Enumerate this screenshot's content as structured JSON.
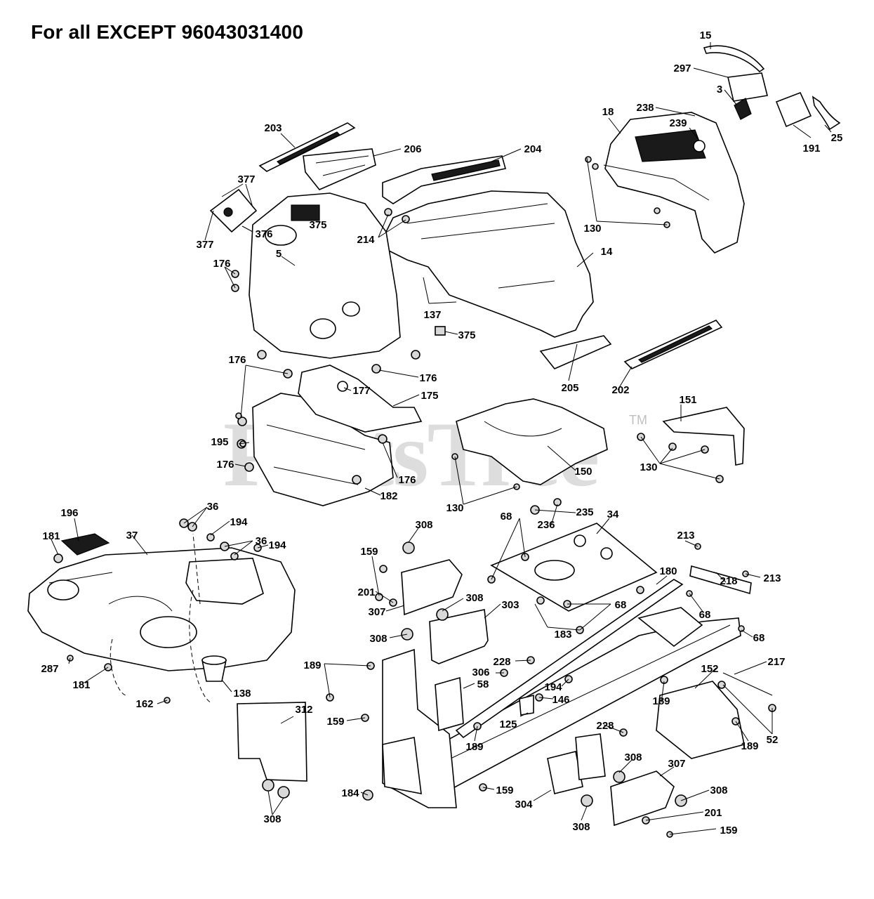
{
  "title": "For all EXCEPT 96043031400",
  "watermark": "PartsTree",
  "watermark_tm": "TM",
  "labels": {
    "l_15": "15",
    "l_297": "297",
    "l_3": "3",
    "l_238": "238",
    "l_18": "18",
    "l_239": "239",
    "l_191": "191",
    "l_25": "25",
    "l_203": "203",
    "l_206": "206",
    "l_204": "204",
    "l_377a": "377",
    "l_377b": "377",
    "l_376": "376",
    "l_375a": "375",
    "l_214": "214",
    "l_130a": "130",
    "l_14": "14",
    "l_176a": "176",
    "l_5": "5",
    "l_137": "137",
    "l_375b": "375",
    "l_176b": "176",
    "l_176c": "176",
    "l_177": "177",
    "l_175": "175",
    "l_205": "205",
    "l_202": "202",
    "l_151": "151",
    "l_195": "195",
    "l_176d": "176",
    "l_176e": "176",
    "l_150": "150",
    "l_130b": "130",
    "l_182": "182",
    "l_130c": "130",
    "l_196": "196",
    "l_36a": "36",
    "l_181a": "181",
    "l_37": "37",
    "l_194a": "194",
    "l_36b": "36",
    "l_194b": "194",
    "l_308a": "308",
    "l_68a": "68",
    "l_235": "235",
    "l_236": "236",
    "l_34": "34",
    "l_213a": "213",
    "l_159a": "159",
    "l_218": "218",
    "l_213b": "213",
    "l_201a": "201",
    "l_180": "180",
    "l_308b": "308",
    "l_303": "303",
    "l_68b": "68",
    "l_68c": "68",
    "l_307a": "307",
    "l_183": "183",
    "l_68d": "68",
    "l_308c": "308",
    "l_287": "287",
    "l_189a": "189",
    "l_228a": "228",
    "l_306": "306",
    "l_217": "217",
    "l_181b": "181",
    "l_162": "162",
    "l_138": "138",
    "l_58": "58",
    "l_194c": "194",
    "l_152": "152",
    "l_146": "146",
    "l_189b": "189",
    "l_312": "312",
    "l_159b": "159",
    "l_125": "125",
    "l_228b": "228",
    "l_189c": "189",
    "l_52": "52",
    "l_189d": "189",
    "l_308d": "308",
    "l_307b": "307",
    "l_184": "184",
    "l_159c": "159",
    "l_308e": "308",
    "l_304": "304",
    "l_201b": "201",
    "l_308f": "308",
    "l_308g": "308",
    "l_159d": "159"
  }
}
